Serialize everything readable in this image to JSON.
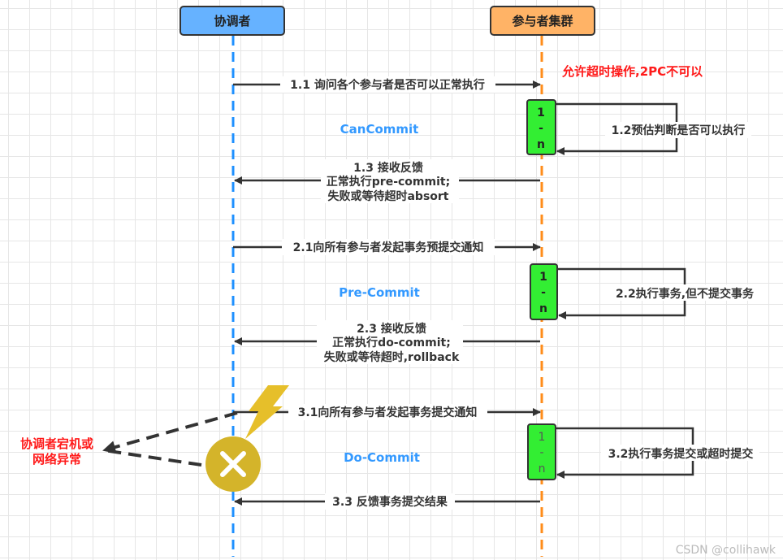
{
  "participants": {
    "coordinator": "协调者",
    "cluster": "参与者集群"
  },
  "note_top": "允许超时操作,2PC不可以",
  "phases": {
    "can_commit": "CanCommit",
    "pre_commit": "Pre-Commit",
    "do_commit": "Do-Commit"
  },
  "activation_label": [
    "1",
    "-",
    "n"
  ],
  "messages": {
    "m1_1": "1.1 询问各个参与者是否可以正常执行",
    "m1_2": "1.2预估判断是否可以执行",
    "m1_3": [
      "1.3 接收反馈",
      "正常执行pre-commit;",
      "失败或等待超时absort"
    ],
    "m2_1": "2.1向所有参与者发起事务预提交通知",
    "m2_2": "2.2执行事务,但不提交事务",
    "m2_3": [
      "2.3 接收反馈",
      "正常执行do-commit;",
      "失败或等待超时,rollback"
    ],
    "m3_1": "3.1向所有参与者发起事务提交通知",
    "m3_2": "3.2执行事务提交或超时提交",
    "m3_3": "3.3 反馈事务提交结果"
  },
  "failure_note": [
    "协调者宕机或",
    "网络异常"
  ],
  "watermark": "CSDN @collihawk",
  "colors": {
    "coordinator": "#66b2ff",
    "cluster": "#ffb366",
    "activation": "#33ee33",
    "failure": "#d4b42a",
    "accent": "#3399ff",
    "alert": "#ff1a1a"
  }
}
